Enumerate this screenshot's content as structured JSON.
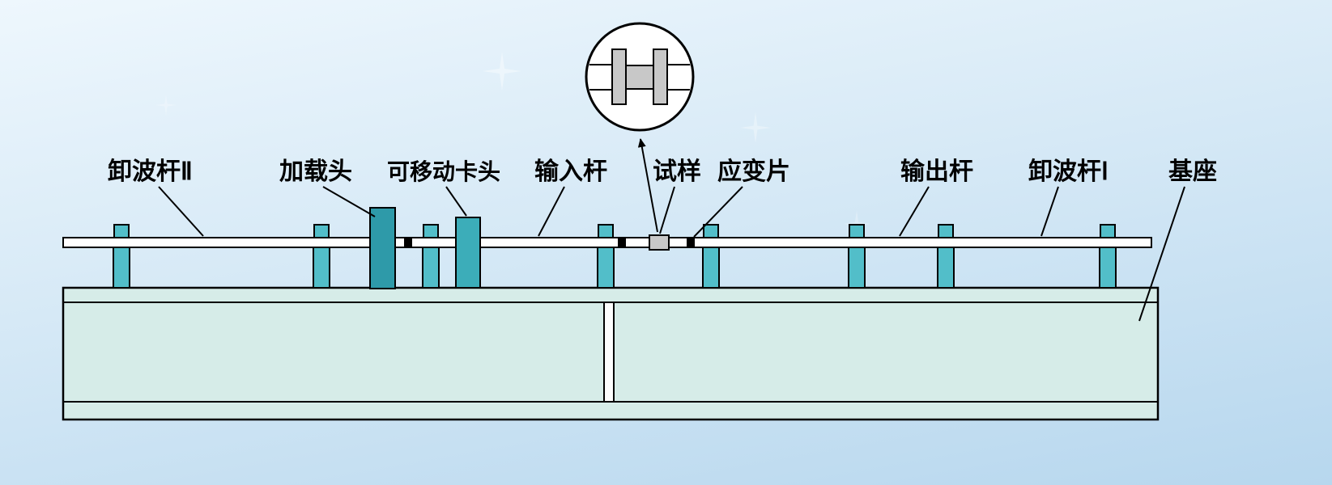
{
  "labels": {
    "unload_bar_2": "卸波杆Ⅱ",
    "loading_head": "加载头",
    "movable_chuck": "可移动卡头",
    "input_bar": "输入杆",
    "specimen": "试样",
    "strain_gauge": "应变片",
    "output_bar": "输出杆",
    "unload_bar_1": "卸波杆Ⅰ",
    "base": "基座"
  },
  "colors": {
    "bg_top": "#eef7fd",
    "bg_mid": "#d6e9f6",
    "bg_bottom": "#b7d7ee",
    "support_teal": "#52bec9",
    "head_teal": "#2e9aa9",
    "chuck_teal": "#3cadb9",
    "base_fill": "#d6ece8",
    "bar_fill": "#ffffff",
    "specimen_gray": "#c8c8c8",
    "outline": "#000000"
  }
}
